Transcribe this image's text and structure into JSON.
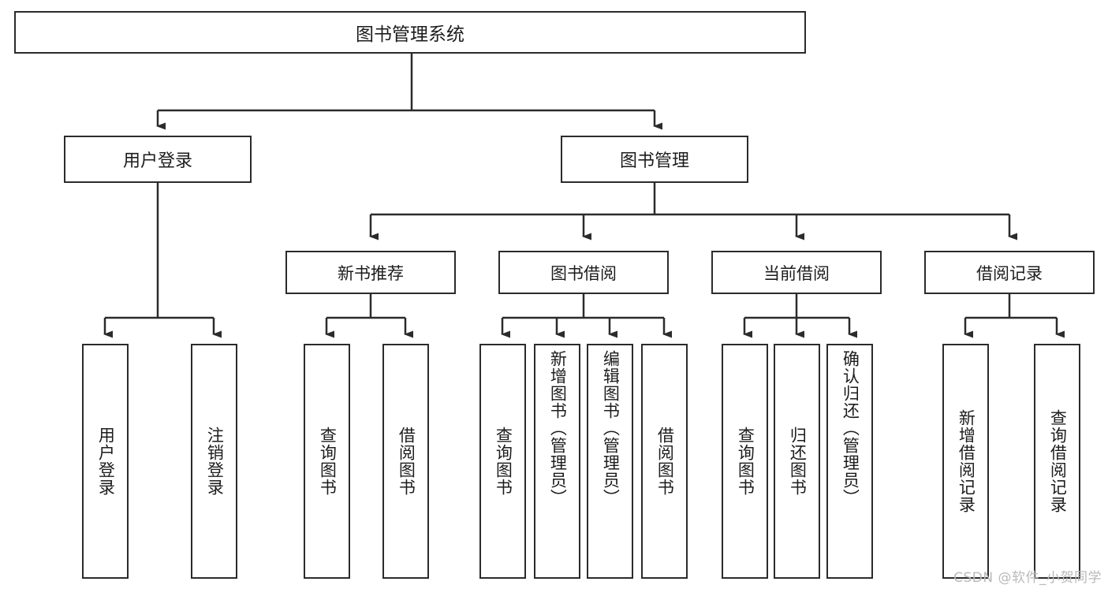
{
  "diagram": {
    "title": "图书管理系统",
    "type": "tree-hierarchy",
    "root": {
      "label": "图书管理系统"
    },
    "level2": [
      {
        "label": "用户登录"
      },
      {
        "label": "图书管理"
      }
    ],
    "level3": [
      {
        "label": "新书推荐"
      },
      {
        "label": "图书借阅"
      },
      {
        "label": "当前借阅"
      },
      {
        "label": "借阅记录"
      }
    ],
    "leaves": {
      "user_login": [
        {
          "label": "用户登录",
          "align": "center"
        },
        {
          "label": "注销登录",
          "align": "center"
        }
      ],
      "new_book": [
        {
          "label": "查询图书",
          "align": "center"
        },
        {
          "label": "借阅图书",
          "align": "center"
        }
      ],
      "book_borrow": [
        {
          "label": "查询图书",
          "align": "center"
        },
        {
          "label": "新增图书（管理员）",
          "align": "top"
        },
        {
          "label": "编辑图书（管理员）",
          "align": "top"
        },
        {
          "label": "借阅图书",
          "align": "center"
        }
      ],
      "current_borrow": [
        {
          "label": "查询图书",
          "align": "center"
        },
        {
          "label": "归还图书",
          "align": "center"
        },
        {
          "label": "确认归还（管理员）",
          "align": "top"
        }
      ],
      "borrow_record": [
        {
          "label": "新增借阅记录",
          "align": "center"
        },
        {
          "label": "查询借阅记录",
          "align": "center"
        }
      ]
    },
    "watermark": "CSDN @软件_小贺同学",
    "colors": {
      "stroke": "#2b2b2b",
      "fill": "#ffffff",
      "text": "#1c1c1c",
      "watermark": "#b9b9b9"
    }
  }
}
